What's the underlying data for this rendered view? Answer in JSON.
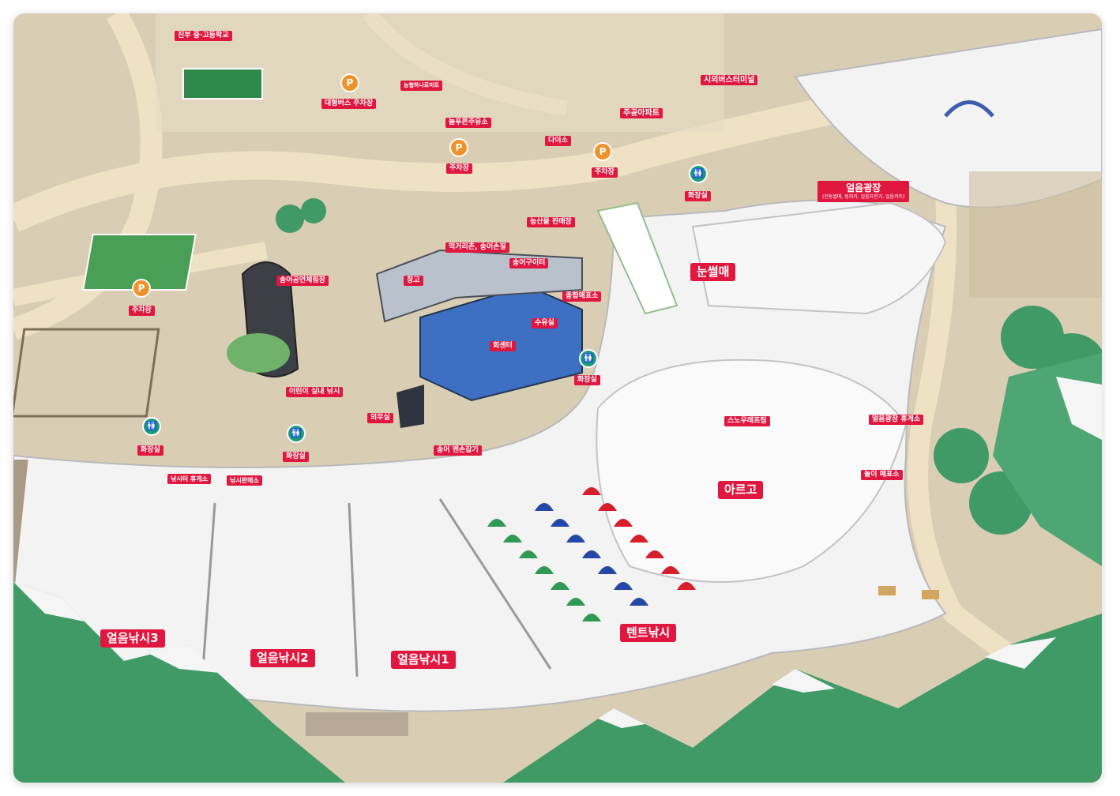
{
  "colors": {
    "label_bg": "#e0173f",
    "parking_pin": "#f0922b",
    "restroom_pin": "#1a9c7a",
    "snow": "#f3f3f4",
    "ground": "#d9cdb3",
    "mountain_green": "#3f9a66"
  },
  "labels": {
    "school": "진부 중·고등학교",
    "bus_parking": "대형버스 주차장",
    "nonghyup_mart": "농협하나로마트",
    "gas_station": "늘푸른주유소",
    "daiso": "다이소",
    "apartment": "주공아파트",
    "bus_terminal": "시외버스터미널",
    "parking_1": "주차장",
    "parking_2": "주차장",
    "parking_3": "주차장",
    "restroom_top": "화장실",
    "ice_plaza": "얼음광장",
    "ice_plaza_sub": "(전동썰매, 빙퍼카, 얼음자전거, 얼음카트)",
    "farm_market": "농산물 판매장",
    "food_village": "먹거리촌, 송어손질",
    "trout_eatery": "송어구이터",
    "warehouse": "창고",
    "trout_hall": "송어공연체험장",
    "sled": "눈썰매",
    "general_store": "종합매표소",
    "nursing_room": "수유실",
    "sashimi_center": "회센터",
    "restroom_mid": "화장실",
    "parking_left": "주차장",
    "kids_fishing": "어린이 실내 낚시",
    "medical": "의무실",
    "bare_hand": "송어 맨손잡기",
    "snow_rafting": "스노우래프팅",
    "ice_rest": "얼음광장 휴게소",
    "play_ticket": "놀이 매표소",
    "argo": "아르고",
    "restroom_left": "화장실",
    "restroom_center": "화장실",
    "fishing_rest": "낚시터 휴게소",
    "fishing_shop": "낚시판매소",
    "ice_fishing_3": "얼음낚시3",
    "ice_fishing_2": "얼음낚시2",
    "ice_fishing_1": "얼음낚시1",
    "tent_fishing": "텐트낚시"
  },
  "icons": {
    "parking": "P",
    "restroom": "🚻"
  }
}
